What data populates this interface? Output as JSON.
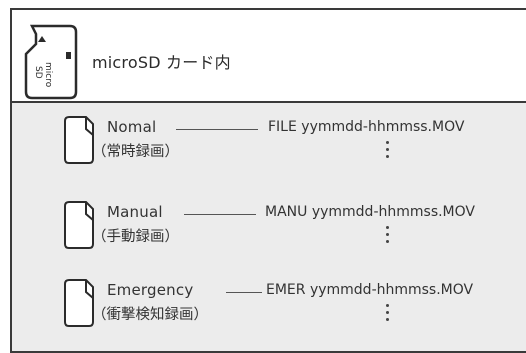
{
  "header": {
    "sd_card_icon": "microsd-card-icon",
    "sd_card_text_1": "micro",
    "sd_card_text_2": "SD",
    "title": "microSD カード内"
  },
  "rows": [
    {
      "icon": "folder-icon",
      "name": "Nomal",
      "subtitle": "（常時録画）",
      "file": "FILE yymmdd-hhmmss.MOV",
      "more": "⋮"
    },
    {
      "icon": "folder-icon",
      "name": "Manual",
      "subtitle": "（手動録画）",
      "file": "MANU yymmdd-hhmmss.MOV",
      "more": "⋮"
    },
    {
      "icon": "folder-icon",
      "name": "Emergency",
      "subtitle": "（衝撃検知録画）",
      "file": "EMER yymmdd-hhmmss.MOV",
      "more": "⋮"
    }
  ],
  "colors": {
    "panel_bg": "#ececec",
    "border": "#3a3a3a",
    "text": "#333333"
  }
}
